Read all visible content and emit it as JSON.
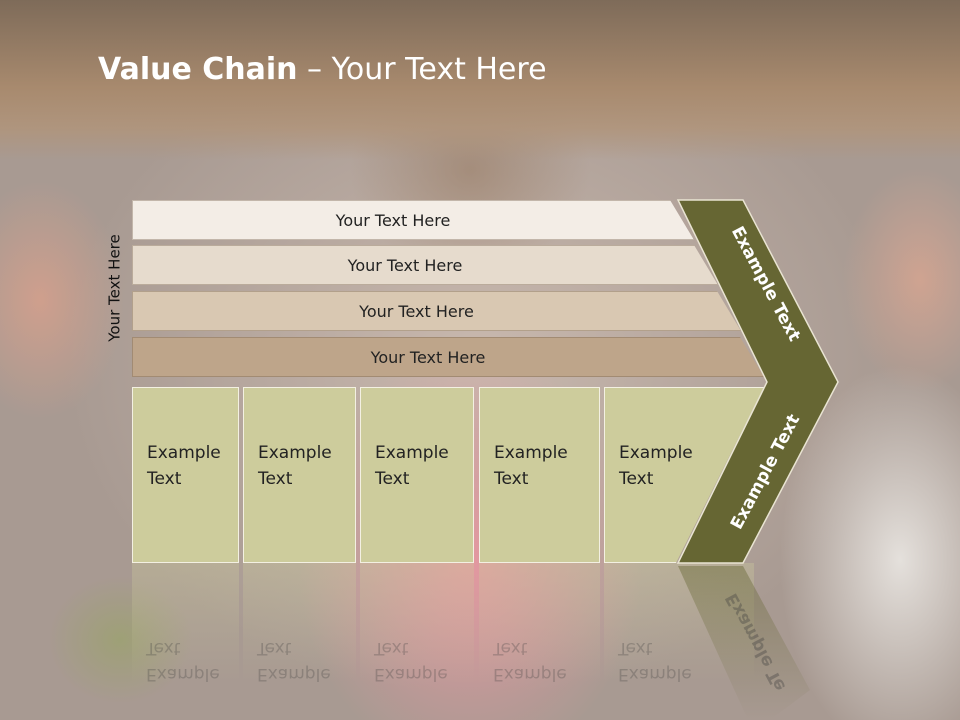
{
  "slide": {
    "title_bold": "Value Chain",
    "title_rest": " – Your Text Here",
    "side_label": "Your Text Here",
    "bars": [
      {
        "label": "Your Text Here",
        "color": "#f3ede6"
      },
      {
        "label": "Your Text Here",
        "color": "#e6dbcd"
      },
      {
        "label": "Your Text Here",
        "color": "#d9c8b2"
      },
      {
        "label": "Your Text Here",
        "color": "#bea58a"
      }
    ],
    "columns": [
      {
        "label": "Example\nText"
      },
      {
        "label": "Example\nText"
      },
      {
        "label": "Example\nText"
      },
      {
        "label": "Example\nText"
      },
      {
        "label": "Example\nText"
      }
    ],
    "chevron_top_label": "Example Text",
    "chevron_bottom_label": "Example Text",
    "chevron_reflection_label": "Example Te",
    "colors": {
      "chevron": "#666633",
      "column_fill": "#cdcc9c",
      "title_band": "#a88a6e"
    }
  }
}
